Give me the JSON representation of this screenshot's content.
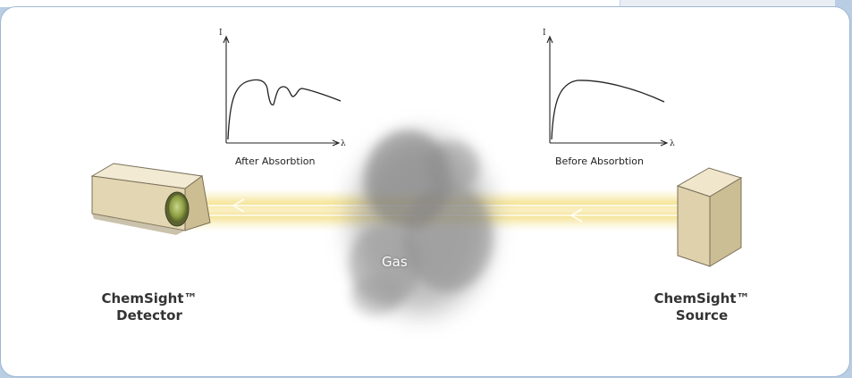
{
  "diagram": {
    "after_caption": "After Absorbtion",
    "before_caption": "Before Absorbtion",
    "axis_y_letter": "I",
    "axis_x_letter": "λ",
    "gas_label": "Gas",
    "detector_label_line1": "ChemSight™",
    "detector_label_line2": "Detector",
    "source_label_line1": "ChemSight™",
    "source_label_line2": "Source"
  },
  "colors": {
    "beam": "#f3dd7a",
    "device_body": "#ece2c6",
    "lens": "#9cab5a",
    "gas": "#8c8c8c",
    "panel_border": "#9fb8d3"
  }
}
